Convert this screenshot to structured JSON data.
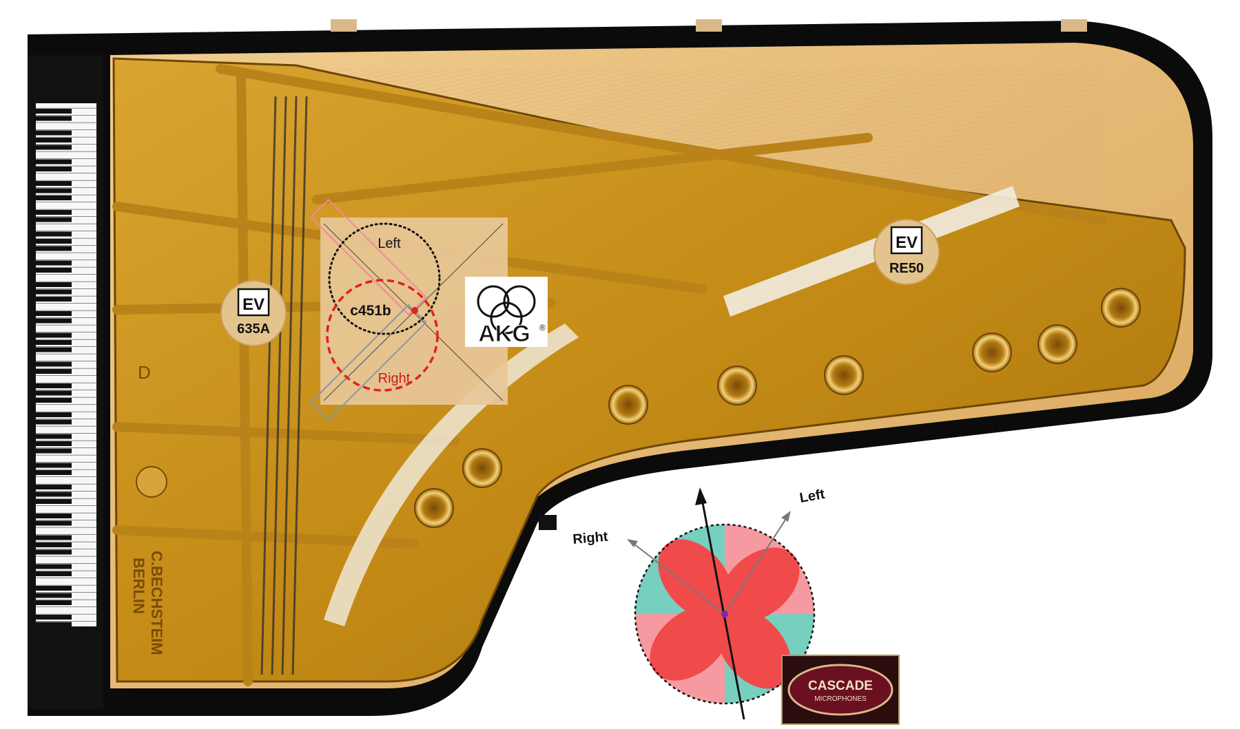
{
  "colors": {
    "piano_body": "#0b0b0b",
    "soundboard": "#e8bd7a",
    "plate": "#c9921c",
    "plate_dark": "#8a5a0a",
    "badge_fill": "#e4c48e",
    "polar_left": "#77cfc0",
    "polar_right": "#f59aa0",
    "polar_lobe": "#f04a4a",
    "cascade_bg": "#6a1020",
    "akg_bg": "#ffffff"
  },
  "piano": {
    "maker_line1": "C.BECHSTEIM",
    "maker_line2": "BERLIN",
    "plate_letter": "D"
  },
  "mics": {
    "ev_635a": {
      "logo": "EV",
      "model": "635A",
      "icon": "ev-logo-icon"
    },
    "ev_re50": {
      "logo": "EV",
      "model": "RE50",
      "icon": "ev-logo-icon"
    },
    "akg": {
      "model": "c451b",
      "left_label": "Left",
      "right_label": "Right",
      "logo_text": "AKG",
      "registered": "®"
    },
    "cascade": {
      "logo_line1": "CASCADE",
      "logo_line2": "MICROPHONES",
      "left_label": "Left",
      "right_label": "Right"
    }
  }
}
